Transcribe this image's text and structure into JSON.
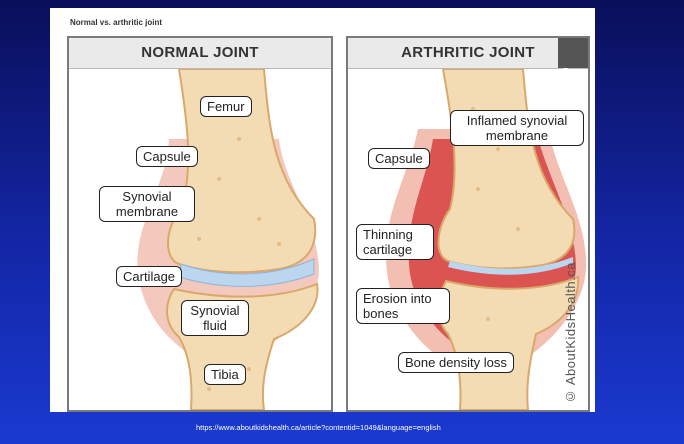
{
  "figure": {
    "caption": "Normal vs. arthritic joint"
  },
  "normal_panel": {
    "title": "NORMAL JOINT",
    "labels": {
      "femur": "Femur",
      "capsule": "Capsule",
      "synovial_membrane": "Synovial membrane",
      "cartilage": "Cartilage",
      "synovial_fluid": "Synovial fluid",
      "tibia": "Tibia"
    }
  },
  "arthritic_panel": {
    "title": "ARTHRITIC JOINT",
    "zoom_icon": "zoom-in-icon",
    "labels": {
      "inflamed_membrane": "Inflamed synovial membrane",
      "capsule": "Capsule",
      "thinning_cartilage": "Thinning cartilage",
      "erosion": "Erosion into bones",
      "bone_density_loss": "Bone density loss"
    },
    "watermark": "© AboutKidsHealth.ca"
  },
  "source": {
    "url": "https://www.aboutkidshealth.ca/article?contentid=1049&language=english"
  },
  "colors": {
    "bone": "#f3dcb4",
    "bone_edge": "#d9a86a",
    "cartilage": "#bcd6f0",
    "capsule": "#f2bfb2",
    "inflamed": "#d43a3a",
    "slide_bg": "#1326a6"
  }
}
